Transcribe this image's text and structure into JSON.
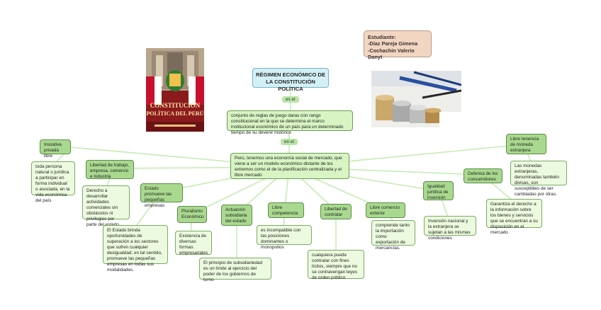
{
  "title": "RÉGIMEN ECONÓMICO DE LA CONSTITUCIÓN POLÍTICA",
  "labels": {
    "es_el": "es el",
    "en_el": "en el"
  },
  "definition": "conjunto de reglas de juego daras con rango constitucional en la que se determina el marco institucional económico de un país para un determinado tiempo de su devenir histórico",
  "central": "Perú, tenemos una economía social de mercado, que viene a ser un modelo económico distante de los extremos como el de la planificación centralizada y el libre mercado",
  "student": {
    "heading": "Estudiante:",
    "names": [
      "-Díaz Pareja Gimena",
      "-Cochachin Valerio Danyt"
    ]
  },
  "book": {
    "line1": "CONSTITUCIÓN",
    "line2": "POLÍTICA DEL PERÚ"
  },
  "branches": {
    "iniciativa": "Iniciativa privada libre",
    "iniciativa_desc": "toda persona natural o jurídica a participar en forma individual o asociada, en la vida económica del país",
    "libertad_trabajo": "Libertad de trabajo, empresa, comercio e industria",
    "libertad_trabajo_desc": "Derecho a desarrollar actividades comerciales sin obstáculos ni privilegios por parte del estado",
    "estado_promueve": "Estado promueve las pequeñas empresas",
    "estado_promueve_desc": "El Estado brinda oportunidades de superación a los sectores que sufren cualquier desigualdad; en tal sentido, promueve las pequeñas empresas en todas sus modalidades.",
    "pluralismo": "Pluralismo Económico",
    "pluralismo_desc": "Existencia de diversas formas empresariales",
    "actuacion": "Actuación subsidiaria del estado",
    "actuacion_desc": "El principio de subsidiariedad es un límite al ejercicio del poder de los gobiernos de turno",
    "competencia": "Libre competencia",
    "competencia_desc": "es incompatible con las posiciones dominantes o monopolios",
    "contratar": "Libertad de contratar",
    "contratar_desc": "cualquiera puede contratar con fines lícitos, siempre que no se contravengan leyes de orden público",
    "comercio_exterior": "Libre comercio exterior",
    "comercio_exterior_desc": "comprende tanto la importación como exportación de mercancías.",
    "igualdad": "Igualdad jurídica de inversión",
    "igualdad_desc": "Inversión nacional y la extranjera se sujetan a las mismas condiciones",
    "consumidores": "Defensa de los consumidores",
    "consumidores_desc": "Garantiza el derecho a la información sobre los bienes y servicios que se encuentran a su disposición en el mercado",
    "tenencia": "Libre tenencia de moneda extranjera",
    "tenencia_desc": "Las monedas extranjeras, denominadas también divisas, son susceptibles de ser cambiadas por otras."
  }
}
